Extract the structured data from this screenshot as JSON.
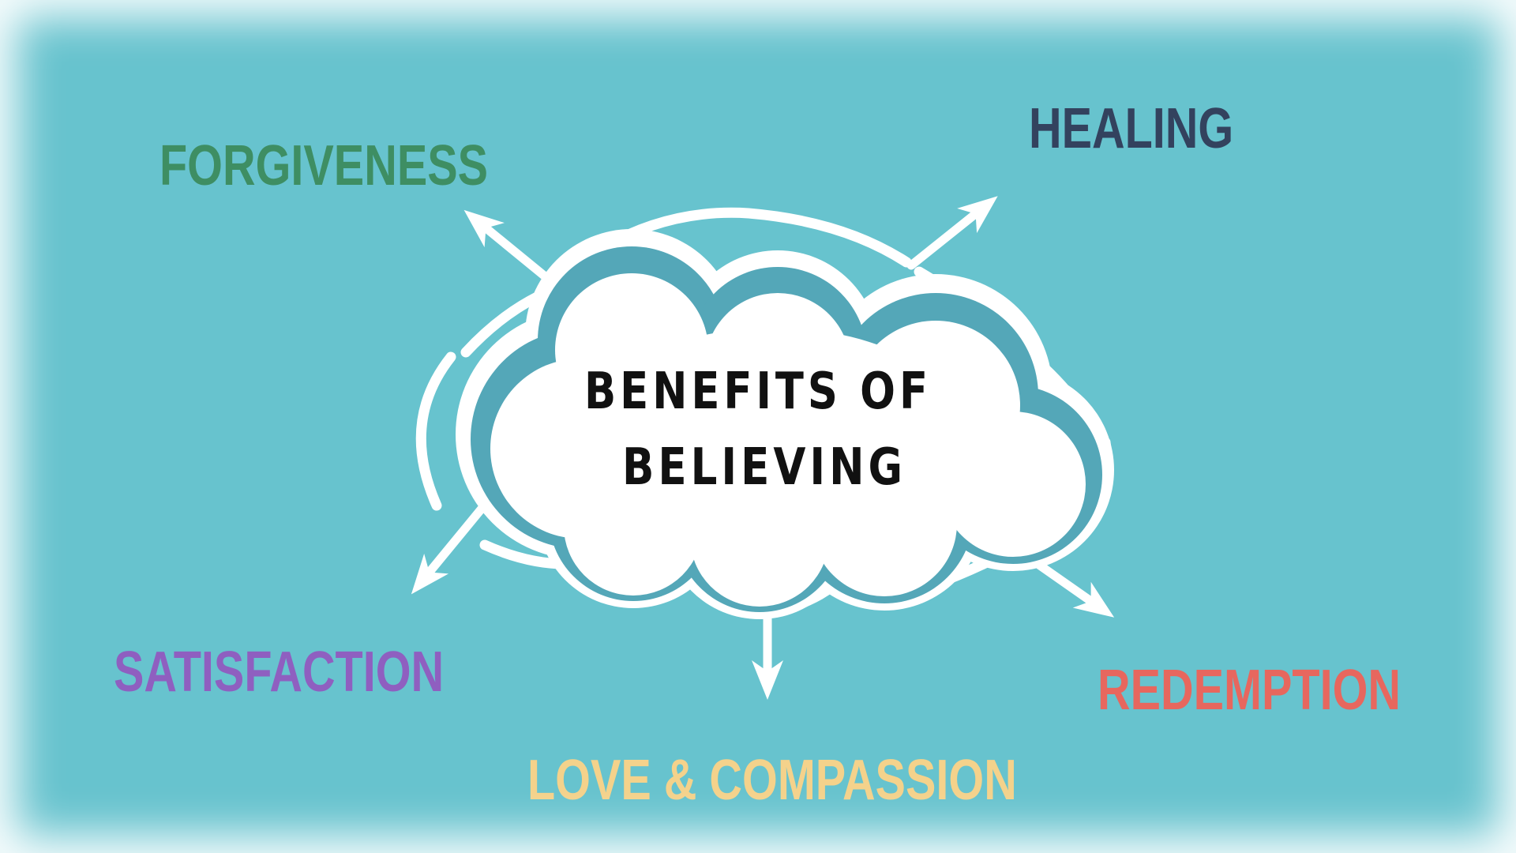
{
  "background_color": "#67c3ce",
  "vignette_color": "#ffffff",
  "arrow_color": "#ffffff",
  "ring_color": "#ffffff",
  "cloud": {
    "fill": "#ffffff",
    "shadow_color": "#54a7b8",
    "title_line1": "BENEFITS OF",
    "title_line2": "BELIEVING",
    "title_color": "#111111"
  },
  "benefits": [
    {
      "id": "forgiveness",
      "label": "FORGIVENESS",
      "color": "#3e8e63"
    },
    {
      "id": "healing",
      "label": "HEALING",
      "color": "#33425e"
    },
    {
      "id": "satisfaction",
      "label": "SATISFACTION",
      "color": "#8f5fc0"
    },
    {
      "id": "love-compassion",
      "label": "LOVE & COMPASSION",
      "color": "#f4d28b"
    },
    {
      "id": "redemption",
      "label": "REDEMPTION",
      "color": "#e7675e"
    }
  ]
}
